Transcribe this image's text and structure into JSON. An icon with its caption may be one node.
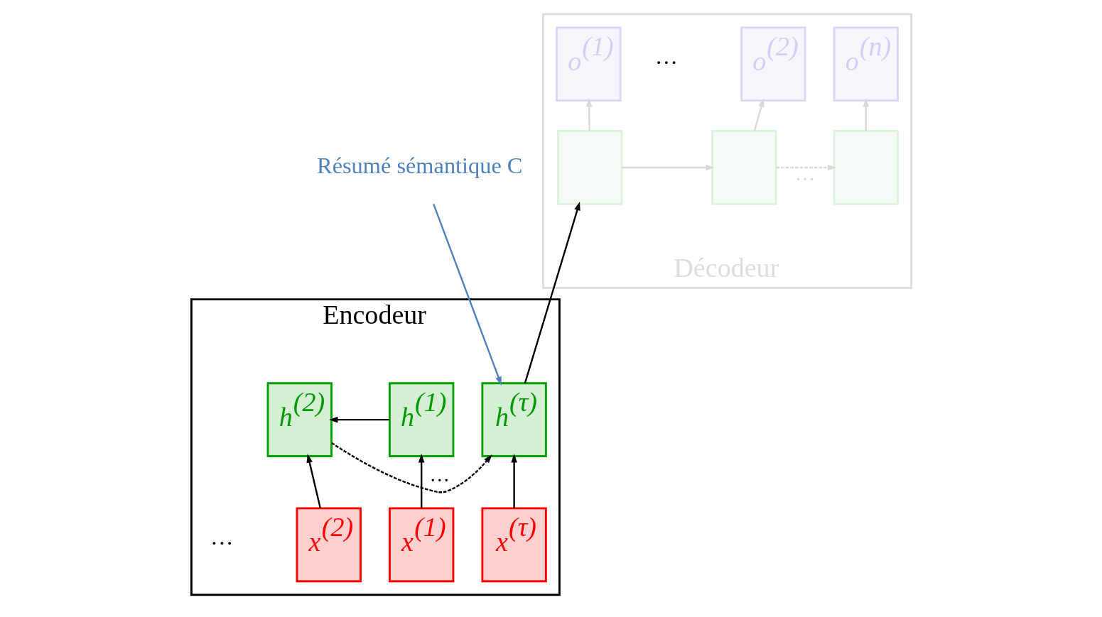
{
  "diagram": {
    "nodes": [
      {
        "text": [
          "Encodeur"
        ]
      },
      {
        "text": [
          "h$^{(1)}$"
        ],
        "in": 0
      },
      {
        "text": [
          "h$^{(2)}$"
        ],
        "in": 0
      },
      {
        "text": [
          "h$^{(τ)}$"
        ],
        "in": 0
      },
      {
        "text": [
          "x$^{(1)}$"
        ],
        "in": 0
      },
      {
        "text": [
          "x$^{(2)}$"
        ],
        "in": 0
      },
      {
        "text": [
          "x$^{(τ)}$"
        ],
        "in": 0
      },
      {
        "text": [
          "Décodeur"
        ]
      },
      {
        "text": [
          "o$^{(1)}$"
        ],
        "in": 7
      },
      {
        "text": [
          "o$^{(2)}$"
        ],
        "in": 7
      },
      {
        "text": [
          "o$^{(n)}$"
        ],
        "in": 7
      },
      {
        "text": [],
        "shape": "box",
        "in": 7
      },
      {
        "text": [],
        "shape": "box",
        "in": 7
      },
      {
        "text": [],
        "shape": "box",
        "in": 7
      },
      {
        "text": [
          "Résumé sémantique C"
        ]
      }
    ],
    "edges": [
      {
        "from": 4,
        "to": 1,
        "arrow": "to"
      },
      {
        "from": 5,
        "to": 2,
        "arrow": "to"
      },
      {
        "from": 6,
        "to": 3,
        "arrow": "to"
      },
      {
        "from": 1,
        "to": 2,
        "arrow": "to"
      },
      {
        "from": 2,
        "to": 3,
        "arrow": "to",
        "style": "dashed",
        "label": "···"
      },
      {
        "from": 3,
        "to": 11,
        "arrow": "to"
      },
      {
        "from": 11,
        "to": 12,
        "arrow": "to",
        "color": "#d9d9d9"
      },
      {
        "from": 12,
        "to": 13,
        "arrow": "to",
        "style": "dashed",
        "label": "···",
        "color": "#d9d9d9"
      },
      {
        "from": 11,
        "to": 8,
        "arrow": "to",
        "color": "#d9d9d9"
      },
      {
        "from": 12,
        "to": 9,
        "arrow": "to",
        "color": "#d9d9d9"
      },
      {
        "from": 13,
        "to": 10,
        "arrow": "to",
        "color": "#d9d9d9"
      },
      {
        "from": 14,
        "to": 3,
        "arrow": "to",
        "color": "#4f81bd"
      }
    ],
    "labels": [
      "···",
      "···"
    ]
  }
}
